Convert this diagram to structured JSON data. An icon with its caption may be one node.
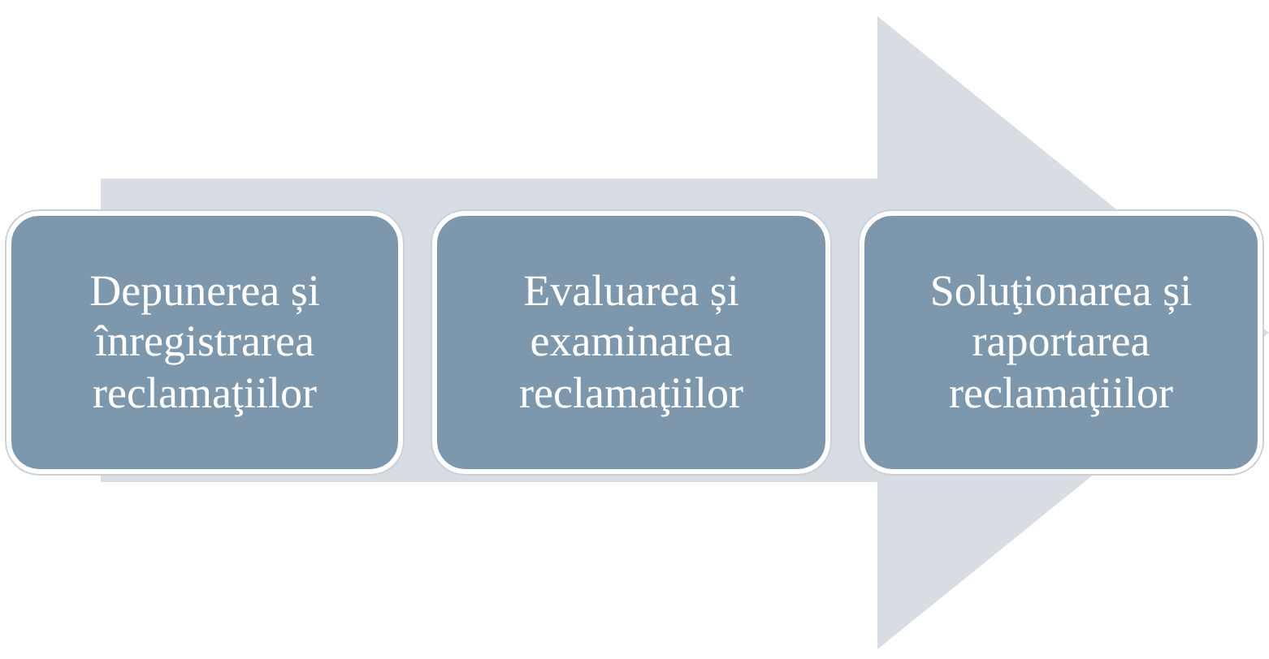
{
  "diagram": {
    "nodes": [
      {
        "text": [
          "Depunerea și înregistrarea reclamaţiilor"
        ]
      },
      {
        "text": [
          "Evaluarea și examinarea reclamaţiilor"
        ]
      },
      {
        "text": [
          "Soluţionarea și raportarea reclamaţiilor"
        ]
      }
    ],
    "edges": [
      {
        "from": 0,
        "to": 2,
        "arrow": "to"
      }
    ]
  }
}
